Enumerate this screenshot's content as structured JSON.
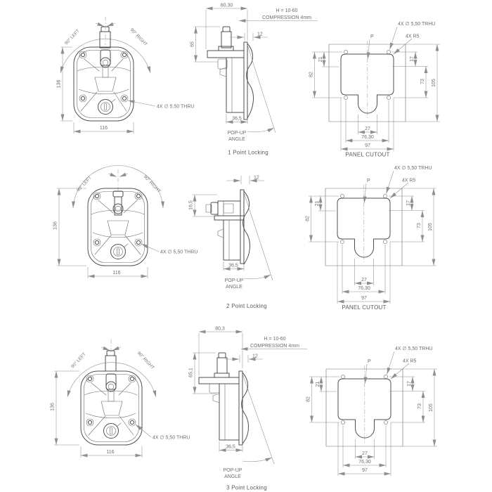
{
  "page": {
    "background": "#ffffff"
  },
  "colors": {
    "line": "#4f4f4f",
    "dim": "#8f8f8f",
    "text": "#6e6e6e"
  },
  "rows": [
    {
      "caption": "1 Point Locking",
      "front": {
        "angle_left": "90° LEFT",
        "angle_right": "90° RIGHT",
        "dim_height": "136",
        "dim_width": "116",
        "note_holes": "4X ∅ 5,50 THRU"
      },
      "side": {
        "dim_top": "80,30",
        "note_line1": "H = 10-60",
        "note_line2": "COMPRESSION 4mm",
        "dim_offset": "12",
        "dim_height": "65",
        "dim_depth": "36,5",
        "popup_line1": "POP-UP",
        "popup_line2": "ANGLE"
      },
      "cutout": {
        "note_holes": "4X ∅ 5,50 TRHU",
        "note_radius": "4X R5",
        "point_label": "P",
        "dim_21": "21",
        "dim_82": "82",
        "dim_17": "17",
        "dim_73": "73",
        "dim_105": "105",
        "dim_27": "27",
        "dim_76_30": "76,30",
        "dim_97": "97",
        "caption": "PANEL CUTOUT"
      }
    },
    {
      "caption": "2 Point Locking",
      "front": {
        "angle_left": "90° LEFT",
        "angle_right": "90° RIGHT",
        "dim_height": "136",
        "dim_width": "116",
        "note_holes": "4X ∅ 5,50 THRU"
      },
      "side": {
        "dim_offset": "12",
        "dim_height": "16,5",
        "dim_depth": "36,5",
        "popup_line1": "POP-UP",
        "popup_line2": "ANGLE"
      },
      "cutout": {
        "note_holes": "4X ∅ 5,50 TRHU",
        "note_radius": "4X R5",
        "point_label": "P",
        "dim_21": "21",
        "dim_82": "82",
        "dim_17": "17",
        "dim_73": "73",
        "dim_105": "105",
        "dim_27": "27",
        "dim_76_30": "76,30",
        "dim_97": "97",
        "caption": "PANEL CUTOUT"
      }
    },
    {
      "caption": "3 Point Locking",
      "front": {
        "angle_left": "90° LEFT",
        "angle_right": "90° RIGHT",
        "dim_height": "136",
        "dim_width": "116",
        "note_holes": "4X ∅ 5,50 THRU"
      },
      "side": {
        "dim_top": "80,3",
        "note_line1": "H = 10-60",
        "note_line2": "COMPRESSION 4mm",
        "dim_offset": "12",
        "dim_height": "65,1",
        "dim_depth": "36,5",
        "popup_line1": "POP-UP",
        "popup_line2": "ANGLE"
      },
      "cutout": {
        "note_holes": "4X ∅ 5,50 TRHU",
        "note_radius": "4X R5",
        "point_label": "P",
        "dim_21": "21",
        "dim_82": "82",
        "dim_17": "17",
        "dim_73": "73",
        "dim_105": "105",
        "dim_27": "27",
        "dim_76_30": "76,30",
        "dim_97": "97"
      }
    }
  ]
}
